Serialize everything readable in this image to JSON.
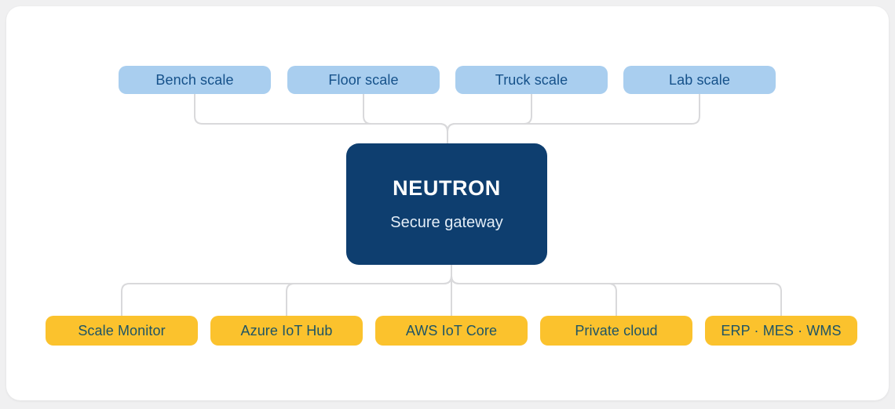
{
  "diagram": {
    "sources": [
      {
        "label": "Bench scale"
      },
      {
        "label": "Floor scale"
      },
      {
        "label": "Truck scale"
      },
      {
        "label": "Lab scale"
      }
    ],
    "gateway": {
      "title": "NEUTRON",
      "subtitle": "Secure gateway"
    },
    "destinations": [
      {
        "label": "Scale Monitor"
      },
      {
        "label": "Azure IoT Hub"
      },
      {
        "label": "AWS IoT Core"
      },
      {
        "label": "Private cloud"
      },
      {
        "label": "ERP · MES · WMS"
      }
    ]
  },
  "colors": {
    "page_bg": "#F0F0F1",
    "card_bg": "#FFFFFF",
    "source_bg": "#A9CEEF",
    "source_text": "#15518A",
    "gateway_bg": "#0E3E6F",
    "gateway_title": "#FFFFFF",
    "gateway_subtitle": "#E3EDF7",
    "destination_bg": "#FBC22D",
    "destination_text": "#1E5465",
    "connector": "#D9D9DB"
  }
}
